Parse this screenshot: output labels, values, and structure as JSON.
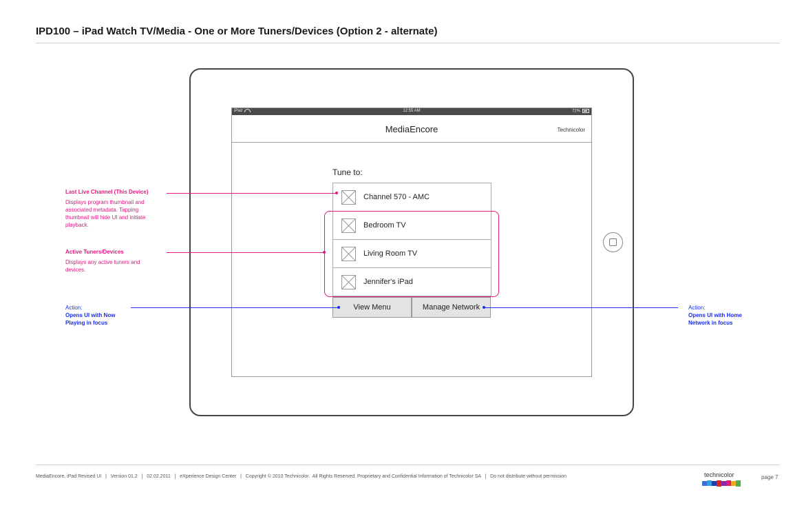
{
  "page": {
    "title": "IPD100 – iPad Watch TV/Media - One or More Tuners/Devices (Option 2 - alternate)"
  },
  "status_bar": {
    "device": "iPad",
    "time": "12:55 AM",
    "battery": "72%"
  },
  "app": {
    "title": "MediaEncore",
    "brand": "Technicolor",
    "tune_label": "Tune to:",
    "rows": [
      {
        "label": "Channel 570 - AMC"
      },
      {
        "label": "Bedroom TV"
      },
      {
        "label": "Living Room TV"
      },
      {
        "label": "Jennifer's iPad"
      }
    ],
    "buttons": {
      "view_menu": "View Menu",
      "manage_network": "Manage Network"
    }
  },
  "annotations": {
    "last_live": {
      "title": "Last Live Channel (This Device)",
      "body": "Displays program thumbnail and associated metadata. Tapping thumbnail will hide UI and initiate playback."
    },
    "active_tuners": {
      "title": "Active Tuners/Devices",
      "body": "Displays any active tuners and devices."
    },
    "action_left": {
      "label": "Action:",
      "body": "Opens UI with Now Playing in focus"
    },
    "action_right": {
      "label": "Action:",
      "body": "Opens UI with Home Network in focus"
    }
  },
  "colors": {
    "annotation_pink": "#e0197f",
    "annotation_blue": "#1a2cf0"
  },
  "footer": {
    "text": "MediaEncore, iPad Revised UI   |   Version 01.2   |   02.02.2011   |   eXperience Design Center   |   Copyright © 2010 Technicolor.  All Rights Reserved. Proprietary and Confidential Information of Technicolor SA   |   Do not distribute without permission",
    "brand": "technicolor",
    "page": "page 7"
  }
}
